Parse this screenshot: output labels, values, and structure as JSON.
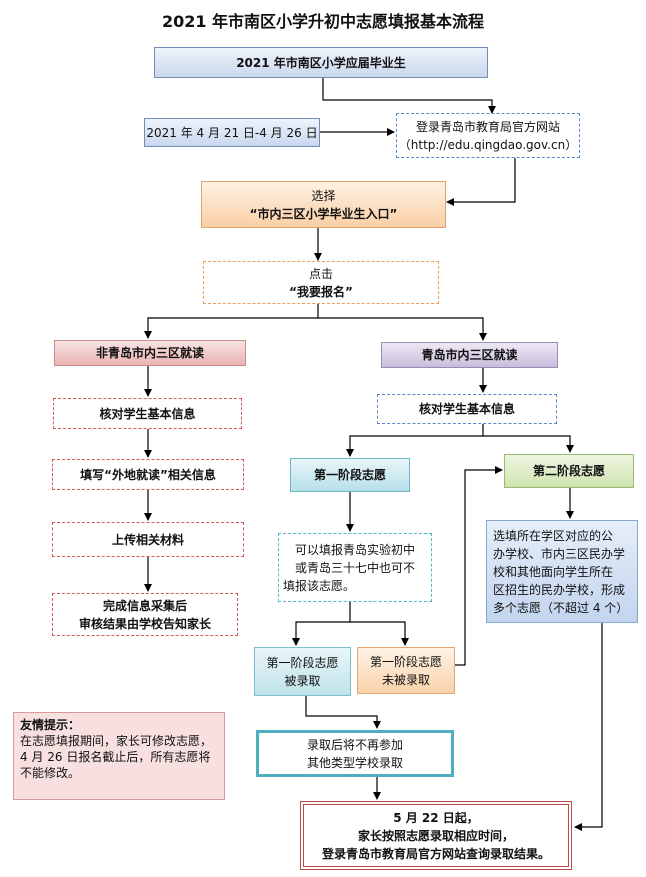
{
  "title": "2021 年市南区小学升初中志愿填报基本流程",
  "nodes": {
    "graduates": "2021 年市南区小学应届毕业生",
    "date_range": "2021 年 4 月 21 日-4 月 26 日",
    "login_line1": "登录青岛市教育局官方网站",
    "login_line2": "（http://edu.qingdao.gov.cn）",
    "select_line1": "选择",
    "select_line2": "“市内三区小学毕业生入口”",
    "click_line1": "点击",
    "click_line2": "“我要报名”",
    "non_qd": "非青岛市内三区就读",
    "qd": "青岛市内三区就读",
    "verify_left": "核对学生基本信息",
    "verify_right": "核对学生基本信息",
    "fill_outside": "填写“外地就读”相关信息",
    "upload": "上传相关材料",
    "complete_line1": "完成信息采集后",
    "complete_line2": "审核结果由学校告知家长",
    "stage1": "第一阶段志愿",
    "stage2": "第二阶段志愿",
    "stage1_note_line1": "可以填报青岛实验初中",
    "stage1_note_line2": "或青岛三十七中也可不",
    "stage1_note_line3": "填报该志愿。",
    "stage2_note_line1": "选填所在学区对应的公",
    "stage2_note_line2": "办学校、市内三区民办学",
    "stage2_note_line3": "校和其他面向学生所在",
    "stage2_note_line4": "区招生的民办学校，形成",
    "stage2_note_line5": "多个志愿（不超过 4 个）",
    "admitted_line1": "第一阶段志愿",
    "admitted_line2": "被录取",
    "not_admitted_line1": "第一阶段志愿",
    "not_admitted_line2": "未被录取",
    "no_more_line1": "录取后将不再参加",
    "no_more_line2": "其他类型学校录取",
    "final_line1": "5 月 22 日起，",
    "final_line2": "家长按照志愿录取相应时间，",
    "final_line3": "登录青岛市教育局官方网站查询录取结果。"
  },
  "tip": {
    "heading": "友情提示：",
    "line1": "在志愿填报期间，家长可修改志愿，",
    "line2": "4 月 26 日报名截止后，所有志愿将",
    "line3": "不能修改。"
  }
}
